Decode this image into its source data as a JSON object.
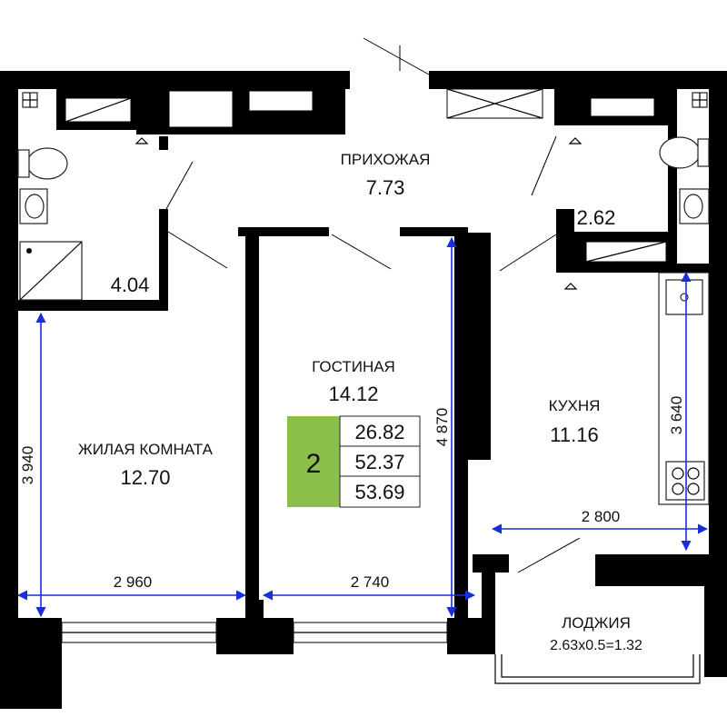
{
  "rooms": {
    "hall": {
      "name": "ПРИХОЖАЯ",
      "area": "7.73"
    },
    "bathroom_left": {
      "area": "4.04"
    },
    "bathroom_right": {
      "area": "2.62"
    },
    "bedroom": {
      "name": "ЖИЛАЯ КОМНАТА",
      "area": "12.70"
    },
    "living": {
      "name": "ГОСТИНАЯ",
      "area": "14.12"
    },
    "kitchen": {
      "name": "КУХНЯ",
      "area": "11.16"
    },
    "loggia": {
      "name": "ЛОДЖИЯ",
      "formula": "2.63x0.5=1.32"
    }
  },
  "summary": {
    "rooms_count": "2",
    "living_area": "26.82",
    "total_area": "52.37",
    "total_with_loggia": "53.69",
    "badge_color": "#8cbf4a"
  },
  "dimensions": {
    "bedroom_height": "3 940",
    "bedroom_width": "2 960",
    "living_width": "2 740",
    "living_height": "4 870",
    "kitchen_width": "2 800",
    "kitchen_height": "3 640"
  },
  "colors": {
    "dimension_line": "#1a2fd6",
    "wall": "#000000"
  }
}
